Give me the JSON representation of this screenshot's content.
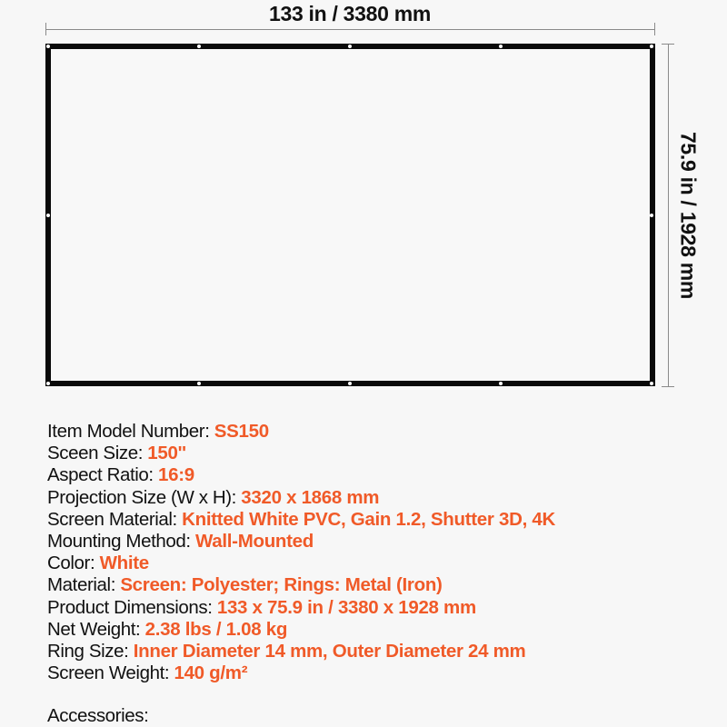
{
  "dimensions": {
    "width_label": "133 in / 3380 mm",
    "height_label": "75.9 in / 1928 mm"
  },
  "colors": {
    "accent": "#F05A28",
    "text": "#111111",
    "background": "#F7F7F7",
    "frame": "#0A0A0A"
  },
  "specs": [
    {
      "label": "Item Model Number: ",
      "value": "SS150"
    },
    {
      "label": "Sceen Size: ",
      "value": "150''"
    },
    {
      "label": "Aspect Ratio: ",
      "value": "16:9"
    },
    {
      "label": "Projection Size (W x H): ",
      "value": "3320 x 1868 mm"
    },
    {
      "label": "Screen Material: ",
      "value": "Knitted White PVC, Gain 1.2, Shutter 3D, 4K"
    },
    {
      "label": "Mounting Method: ",
      "value": "Wall-Mounted"
    },
    {
      "label": "Color: ",
      "value": "White"
    },
    {
      "label": "Material: ",
      "value": "Screen: Polyester; Rings: Metal (Iron)"
    },
    {
      "label": "Product Dimensions: ",
      "value": "133 x 75.9 in / 3380 x 1928 mm"
    },
    {
      "label": "Net Weight: ",
      "value": "2.38 lbs / 1.08 kg"
    },
    {
      "label": "Ring Size: ",
      "value": "Inner Diameter 14 mm, Outer Diameter 24 mm"
    },
    {
      "label": "Screen Weight: ",
      "value": "140 g/m²"
    }
  ],
  "accessories": {
    "heading": "Accessories:"
  }
}
